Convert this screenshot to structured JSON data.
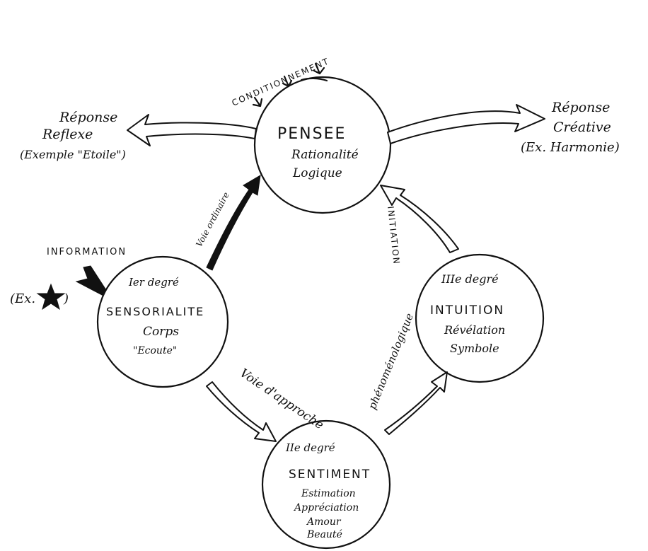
{
  "colors": {
    "ink": "#111111",
    "paper": "#ffffff"
  },
  "labels": {
    "conditionnement": "CONDITIONNEMENT",
    "reponse_reflexe": [
      "Réponse",
      "Reflexe",
      "(Exemple \"Etoile\")"
    ],
    "reponse_creative": [
      "Réponse",
      "Créative",
      "(Ex. Harmonie)"
    ],
    "information": "INFORMATION",
    "example_star": {
      "prefix": "(Ex.",
      "suffix": ")",
      "icon": "star-icon"
    },
    "voie_ordinaire": "Voie ordinaire",
    "initiation": "INITIATION",
    "voie_approche": "Voie d'approche",
    "phenomenologique": "phénoménologique"
  },
  "nodes": {
    "pensee": {
      "title": "PENSEE",
      "lines": [
        "Rationalité",
        "Logique"
      ]
    },
    "sensorialite": {
      "degree": "Ier degré",
      "title": "SENSORIALITE",
      "lines": [
        "Corps",
        "\"Ecoute\""
      ]
    },
    "sentiment": {
      "degree": "IIe degré",
      "title": "SENTIMENT",
      "lines": [
        "Estimation",
        "Appréciation",
        "Amour",
        "Beauté"
      ]
    },
    "intuition": {
      "degree": "IIIe degré",
      "title": "INTUITION",
      "lines": [
        "Révélation",
        "Symbole"
      ]
    }
  }
}
